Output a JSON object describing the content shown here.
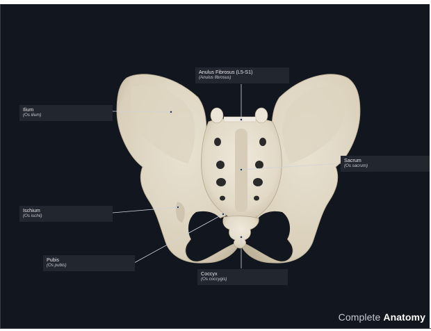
{
  "viewer": {
    "background": "#12161e",
    "bone_color": "#e6dfd0"
  },
  "labels": [
    {
      "id": "anulus-fibrosus",
      "name": "Anulus Fibrosus (L5-S1)",
      "latin": "(Anulus fibrosus)"
    },
    {
      "id": "ilium",
      "name": "Ilium",
      "latin": "(Os ilium)"
    },
    {
      "id": "sacrum",
      "name": "Sacrum",
      "latin": "(Os sacrum)"
    },
    {
      "id": "ischium",
      "name": "Ischium",
      "latin": "(Os ischii)"
    },
    {
      "id": "pubis",
      "name": "Pubis",
      "latin": "(Os pubis)"
    },
    {
      "id": "coccyx",
      "name": "Coccyx",
      "latin": "(Os coccygis)"
    }
  ],
  "branding": {
    "logo_light": "Complete",
    "logo_bold": "Anatomy"
  }
}
